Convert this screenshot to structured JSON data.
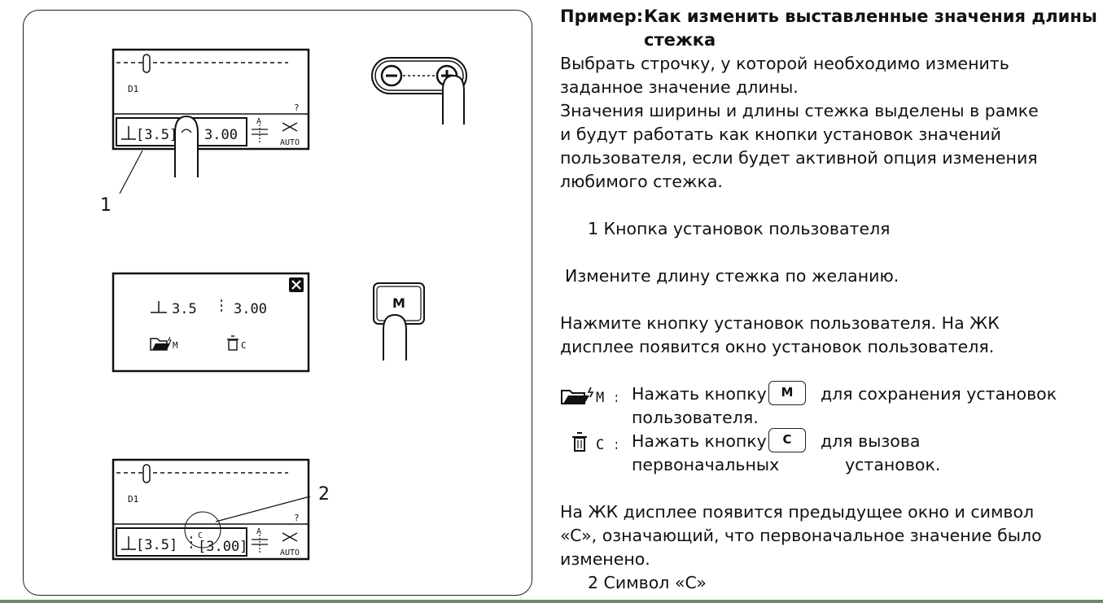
{
  "heading": {
    "label": "Пример:",
    "title": "Как изменить выставленные значения длины стежка"
  },
  "intro": [
    "Выбрать строчку, у которой необходимо изменить",
    "заданное значение длины.",
    "Значения ширины и длины стежка выделены в рамке",
    "и будут работать как кнопки установок значений",
    "пользователя, если будет активной опция изменения",
    "любимого стежка."
  ],
  "item1": "1  Кнопка установок пользователя",
  "step_change": "Измените длину стежка по желанию.",
  "step_press": [
    "Нажмите кнопку установок пользователя.  На ЖК",
    "дисплее появится окно установок пользователя."
  ],
  "memory_row": {
    "icon_label": "M :",
    "text_before": "Нажать кнопку",
    "key": "M",
    "text_after": "для сохранения установок",
    "line2": "пользователя."
  },
  "clear_row": {
    "icon_label": "C :",
    "text_before": "Нажать кнопку",
    "key": "C",
    "text_after": "для вызова",
    "line2a": "первоначальных",
    "line2b": "установок."
  },
  "result": [
    "На ЖК дисплее появится предыдущее окно и символ",
    "«C», означающий, что первоначальное значение было",
    "изменено."
  ],
  "item2": "2  Символ «C»",
  "illustration": {
    "callout1": "1",
    "callout2": "2",
    "screen_stitch_name": "D1",
    "screen_help": "?",
    "screen_width": "[3.5]",
    "screen_length": "3.00",
    "screen_length_framed": "[3.00]",
    "screen_auto": "AUTO",
    "screen_a": "A",
    "screen_c_mark": "C",
    "popup_width": "3.5",
    "popup_length": "3.00",
    "popup_m": "M",
    "popup_c": "C",
    "key_m": "M"
  }
}
